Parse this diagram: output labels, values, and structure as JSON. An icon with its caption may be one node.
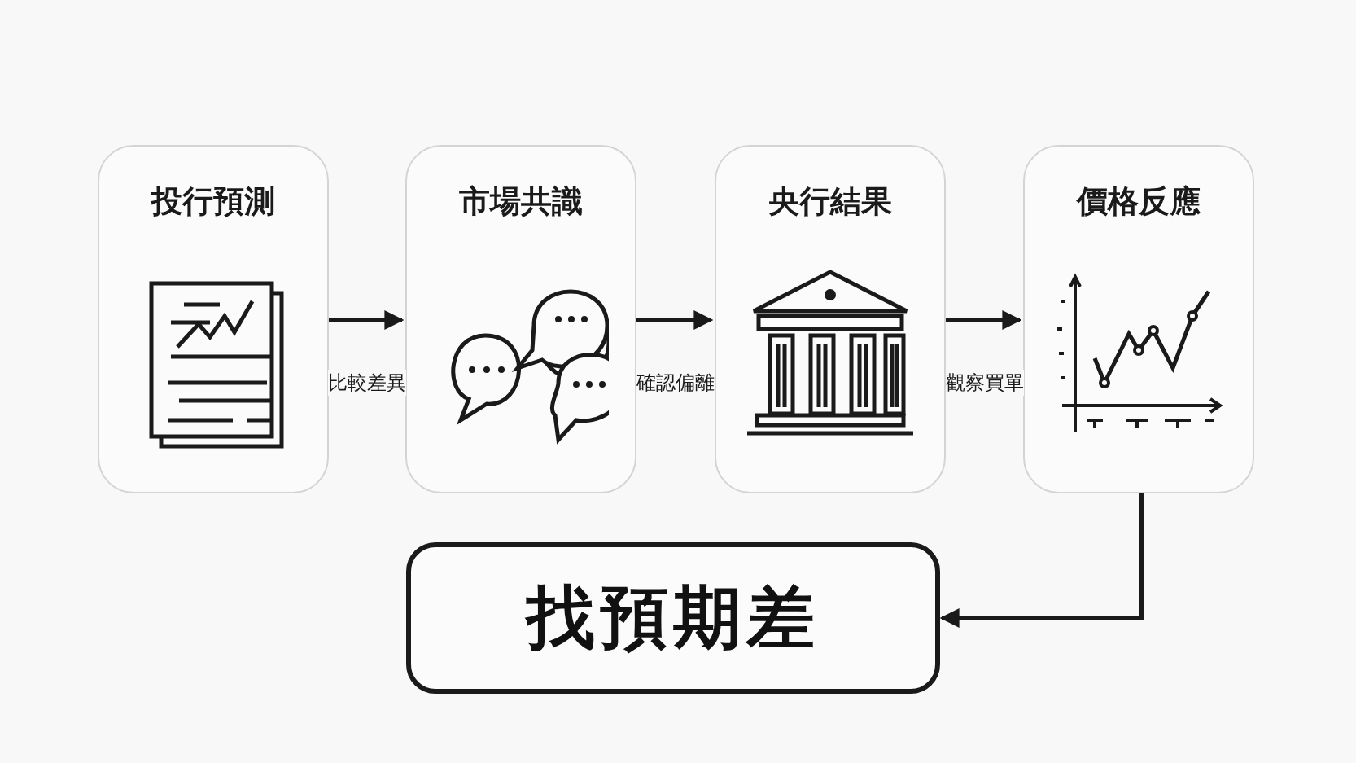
{
  "diagram": {
    "nodes": [
      {
        "text": [
          "投行預測"
        ]
      },
      {
        "text": [
          "市場共識"
        ]
      },
      {
        "text": [
          "央行結果"
        ]
      },
      {
        "text": [
          "價格反應"
        ]
      },
      {
        "text": [
          "找預期差"
        ]
      }
    ],
    "edges": [
      {
        "from": 0,
        "to": 1,
        "arrow": "to",
        "label": "比較差異"
      },
      {
        "from": 1,
        "to": 2,
        "arrow": "to",
        "label": "確認偏離"
      },
      {
        "from": 2,
        "to": 3,
        "arrow": "to",
        "label": "觀察買單"
      },
      {
        "from": 3,
        "to": 4,
        "arrow": "to"
      }
    ]
  }
}
